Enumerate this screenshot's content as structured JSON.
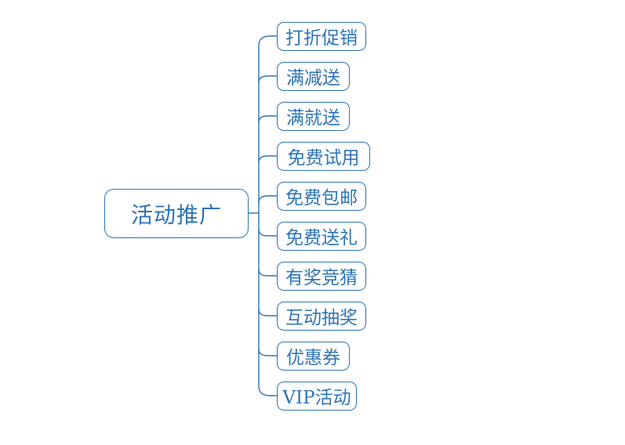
{
  "colors": {
    "line": "#2E74B5",
    "node_border": "#2E74B5",
    "node_text": "#2E74B5",
    "background": "#FFFFFF"
  },
  "root": {
    "label": "活动推广"
  },
  "children": [
    {
      "label": "打折促销"
    },
    {
      "label": "满减送"
    },
    {
      "label": "满就送"
    },
    {
      "label": "免费试用"
    },
    {
      "label": "免费包邮"
    },
    {
      "label": "免费送礼"
    },
    {
      "label": "有奖竞猜"
    },
    {
      "label": "互动抽奖"
    },
    {
      "label": "优惠券"
    },
    {
      "label": "VIP活动"
    }
  ]
}
